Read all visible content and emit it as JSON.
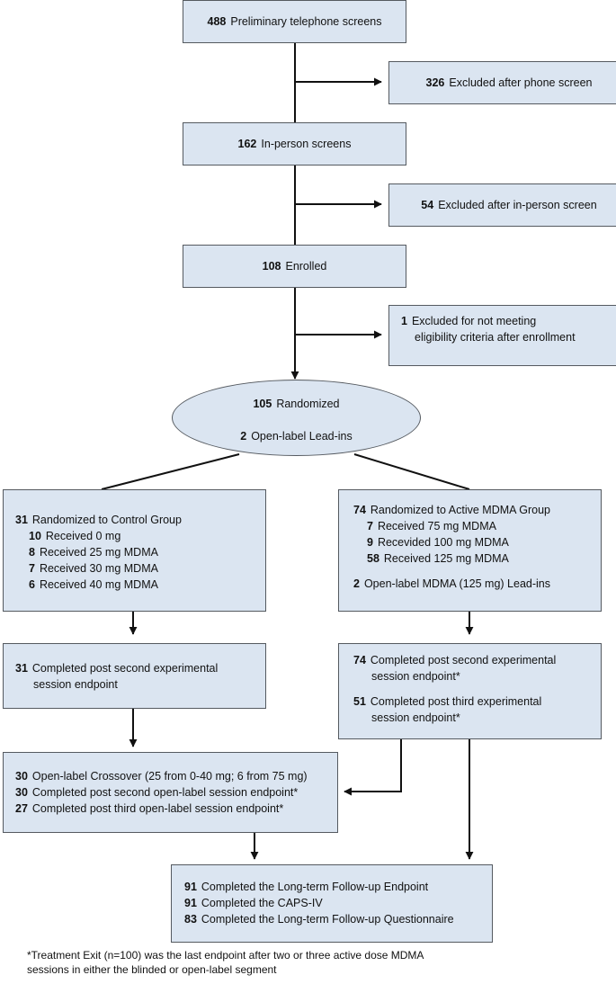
{
  "nodes": {
    "phone_screens": {
      "n": "488",
      "label": "Preliminary telephone screens"
    },
    "excluded_phone": {
      "n": "326",
      "label": "Excluded after phone screen"
    },
    "inperson_screens": {
      "n": "162",
      "label": "In-person screens"
    },
    "excluded_inperson": {
      "n": "54",
      "label": "Excluded after in-person screen"
    },
    "enrolled": {
      "n": "108",
      "label": "Enrolled"
    },
    "excluded_eligibility": {
      "n": "1",
      "label": "Excluded for not meeting",
      "label2": "eligibility criteria after enrollment"
    },
    "randomized": {
      "n": "105",
      "label": "Randomized",
      "n2": "2",
      "label2": "Open-label Lead-ins"
    },
    "control_group": {
      "n": "31",
      "label": "Randomized to Control Group",
      "items": [
        {
          "n": "10",
          "label": "Received 0 mg"
        },
        {
          "n": "8",
          "label": "Received 25 mg MDMA"
        },
        {
          "n": "7",
          "label": "Received 30 mg MDMA"
        },
        {
          "n": "6",
          "label": "Received 40 mg MDMA"
        }
      ]
    },
    "active_group": {
      "n": "74",
      "label": "Randomized to Active MDMA Group",
      "items": [
        {
          "n": "7",
          "label": "Received 75 mg MDMA"
        },
        {
          "n": "9",
          "label": "Recevided 100 mg MDMA"
        },
        {
          "n": "58",
          "label": "Received 125 mg MDMA"
        }
      ],
      "leadin_n": "2",
      "leadin_label": "Open-label MDMA (125 mg) Lead-ins"
    },
    "control_completed": {
      "n": "31",
      "label": "Completed post second experimental",
      "label2": "session endpoint"
    },
    "active_completed": {
      "a_n": "74",
      "a_label": "Completed post second experimental",
      "a_label2": "session endpoint*",
      "b_n": "51",
      "b_label": "Completed post third experimental",
      "b_label2": "session endpoint*"
    },
    "crossover": {
      "lines": [
        {
          "n": "30",
          "label": "Open-label Crossover (25 from 0-40 mg;  6 from 75 mg)"
        },
        {
          "n": "30",
          "label": "Completed post second open-label session endpoint*"
        },
        {
          "n": "27",
          "label": "Completed post third open-label session endpoint*"
        }
      ]
    },
    "followup": {
      "lines": [
        {
          "n": "91",
          "label": "Completed the Long-term Follow-up Endpoint"
        },
        {
          "n": "91",
          "label": "Completed the CAPS-IV"
        },
        {
          "n": "83",
          "label": "Completed the Long-term Follow-up Questionnaire"
        }
      ]
    }
  },
  "footnote": {
    "line1": "*Treatment Exit (n=100) was the last endpoint after two or three active dose MDMA",
    "line2": "sessions in either the blinded or open-label segment"
  },
  "colors": {
    "box_fill": "#dbe5f1",
    "box_border": "#555a60",
    "connector": "#111111"
  }
}
